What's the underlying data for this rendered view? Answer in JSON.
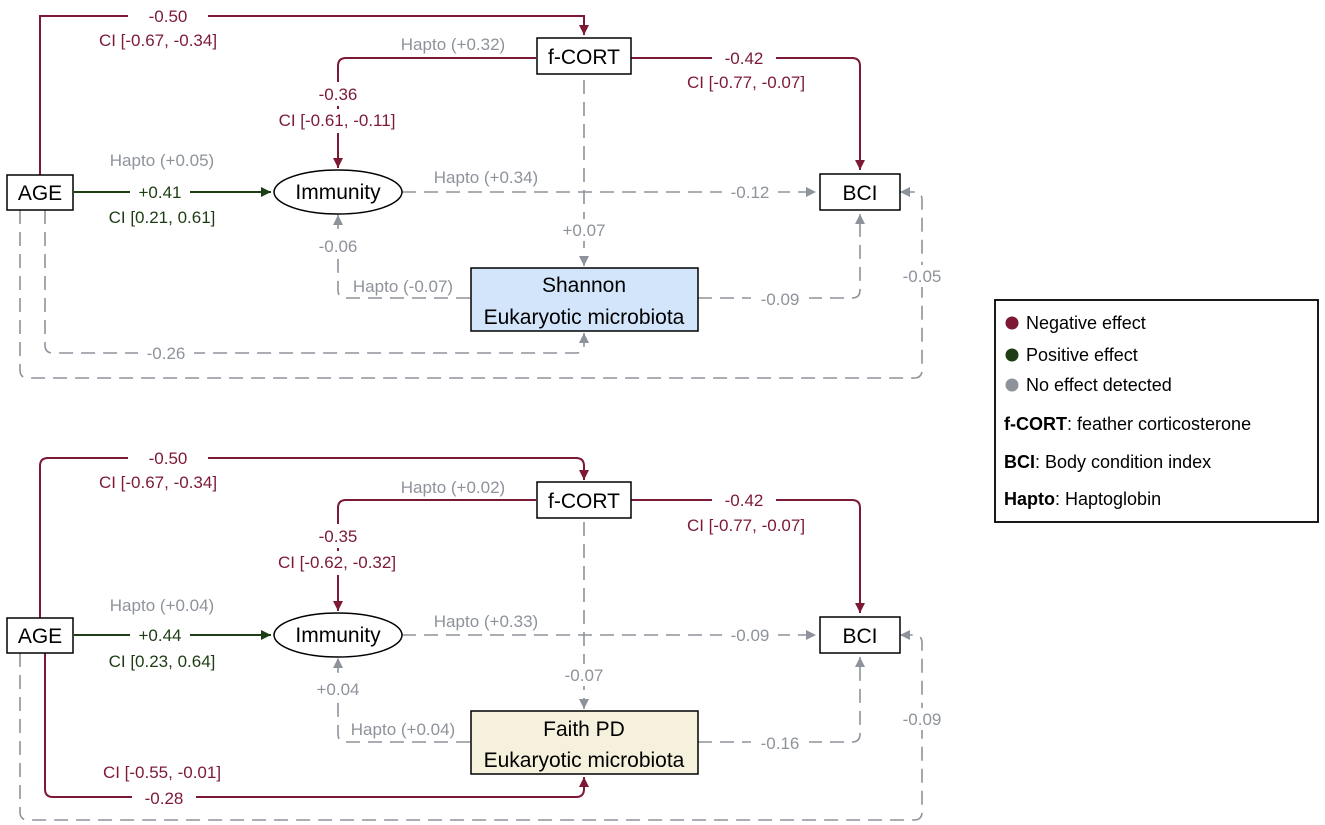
{
  "colors": {
    "negative": "#7c1a36",
    "positive": "#1e3d14",
    "none": "#8e939b",
    "shannon_fill": "#d3e5fb",
    "faith_fill": "#f5f1dd"
  },
  "panels": [
    {
      "nodes": {
        "age": "AGE",
        "fcort": "f-CORT",
        "immunity": "Immunity",
        "bci": "BCI",
        "micro_title": "Shannon",
        "micro_subtitle": "Eukaryotic microbiota"
      },
      "labels": {
        "age_fcort_coef": "-0.50",
        "age_fcort_ci": "CI [-0.67, -0.34]",
        "fcort_imm_hapto": "Hapto (+0.32)",
        "fcort_imm_coef": "-0.36",
        "fcort_imm_ci": "CI [-0.61, -0.11]",
        "fcort_bci_coef": "-0.42",
        "fcort_bci_ci": "CI [-0.77, -0.07]",
        "age_imm_hapto": "Hapto (+0.05)",
        "age_imm_coef": "+0.41",
        "age_imm_ci": "CI [0.21, 0.61]",
        "imm_bci_hapto": "Hapto (+0.34)",
        "imm_bci_coef": "-0.12",
        "fcort_micro_coef": "+0.07",
        "micro_imm_coef": "-0.06",
        "micro_imm_hapto": "Hapto (-0.07)",
        "micro_bci_coef": "-0.09",
        "age_bci_coef": "-0.05",
        "age_micro_coef": "-0.26"
      }
    },
    {
      "nodes": {
        "age": "AGE",
        "fcort": "f-CORT",
        "immunity": "Immunity",
        "bci": "BCI",
        "micro_title": "Faith PD",
        "micro_subtitle": "Eukaryotic microbiota"
      },
      "labels": {
        "age_fcort_coef": "-0.50",
        "age_fcort_ci": "CI [-0.67, -0.34]",
        "fcort_imm_hapto": "Hapto (+0.02)",
        "fcort_imm_coef": "-0.35",
        "fcort_imm_ci": "CI [-0.62, -0.32]",
        "fcort_bci_coef": "-0.42",
        "fcort_bci_ci": "CI [-0.77, -0.07]",
        "age_imm_hapto": "Hapto (+0.04)",
        "age_imm_coef": "+0.44",
        "age_imm_ci": "CI [0.23, 0.64]",
        "imm_bci_hapto": "Hapto (+0.33)",
        "imm_bci_coef": "-0.09",
        "fcort_micro_coef": "-0.07",
        "micro_imm_coef": "+0.04",
        "micro_imm_hapto": "Hapto (+0.04)",
        "micro_bci_coef": "-0.16",
        "age_bci_coef": "-0.09",
        "age_micro_coef": "-0.28",
        "age_micro_ci": "CI [-0.55, -0.01]"
      }
    }
  ],
  "legend": {
    "negative": "Negative effect",
    "positive": "Positive effect",
    "none": "No effect detected",
    "fcort_term": "f-CORT",
    "fcort_def": ": feather corticosterone",
    "bci_term": "BCI",
    "bci_def": ": Body condition index",
    "hapto_term": "Hapto",
    "hapto_def": ": Haptoglobin"
  }
}
